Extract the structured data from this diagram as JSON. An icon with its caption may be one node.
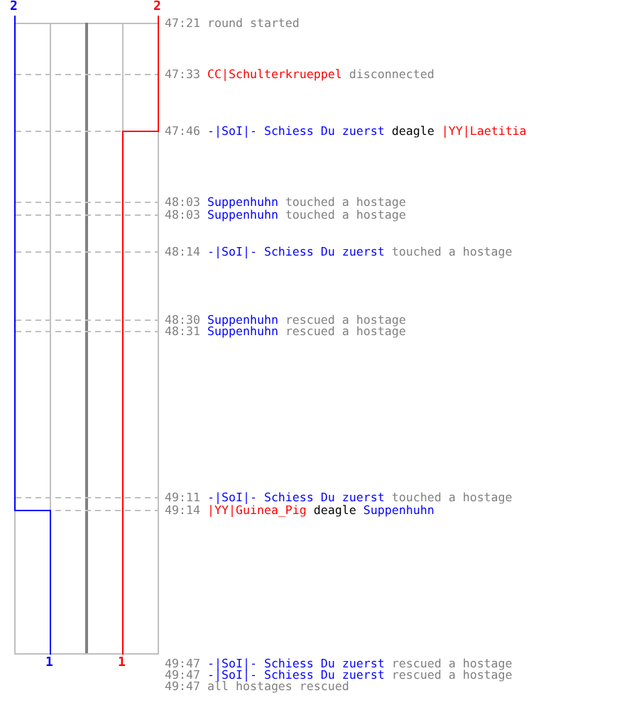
{
  "diagram": {
    "labels": [
      "2",
      "2",
      "47:21",
      "round started",
      "47:33",
      "CC|Schulterkrueppel",
      "disconnected",
      "47:46",
      "-|SoI|- Schiess Du zuerst",
      "deagle",
      "|YY|Laetitia",
      "48:03",
      "Suppenhuhn",
      "touched a hostage",
      "48:03",
      "Suppenhuhn",
      "touched a hostage",
      "48:14",
      "-|SoI|- Schiess Du zuerst",
      "touched a hostage",
      "48:30",
      "Suppenhuhn",
      "rescued a hostage",
      "48:31",
      "Suppenhuhn",
      "rescued a hostage",
      "49:11",
      "-|SoI|- Schiess Du zuerst",
      "touched a hostage",
      "49:14",
      "|YY|Guinea_Pig",
      "deagle",
      "Suppenhuhn",
      "49:47",
      "-|SoI|- Schiess Du zuerst",
      "rescued a hostage",
      "49:47",
      "-|SoI|- Schiess Du zuerst",
      "rescued a hostage",
      "49:47",
      "all hostages rescued",
      "1",
      "1"
    ]
  }
}
